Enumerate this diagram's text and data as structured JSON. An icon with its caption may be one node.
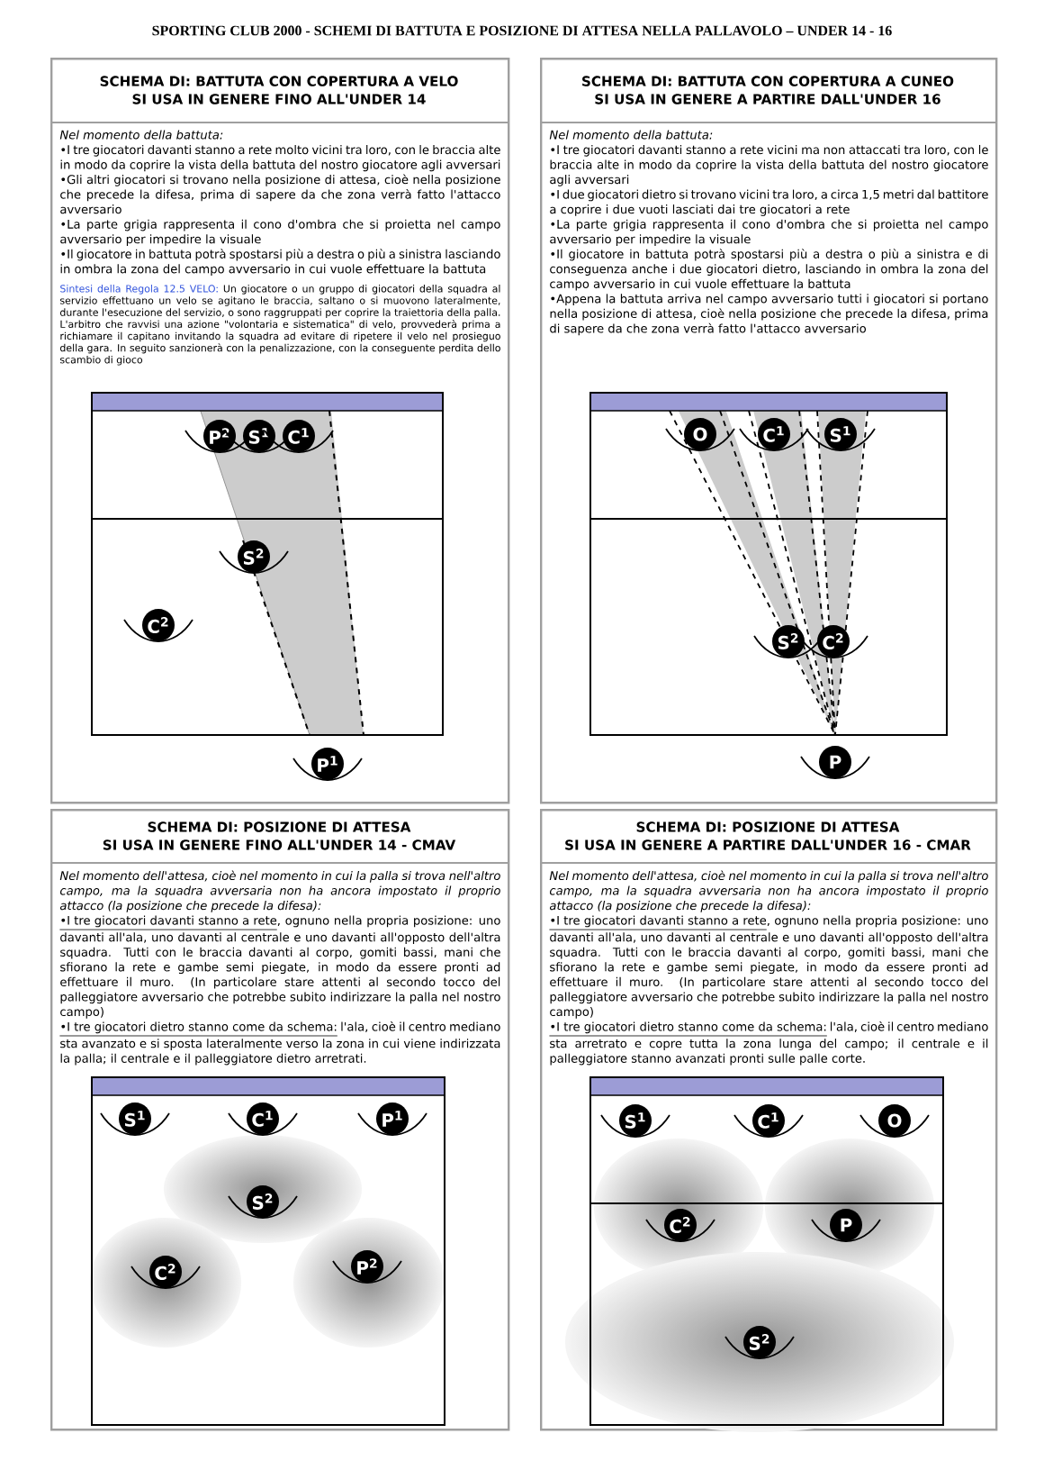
{
  "diagram": {
    "title": "SPORTING CLUB 2000 - SCHEMI DI BATTUTA E POSIZIONE DI ATTESA NELLA PALLAVOLO – UNDER 14 - 16",
    "nodes": [
      {
        "text": [
          "SCHEMA DI: BATTUTA CON COPERTURA A VELO",
          "SI USA IN GENERE FINO ALL'UNDER 14",
          "Nel momento della battuta:",
          "•I tre giocatori davanti stanno a rete molto vicini tra loro, con le braccia alte in modo da coprire la vista della battuta del nostro giocatore agli avversari",
          "•Gli altri giocatori si trovano nella posizione di attesa, cioè nella posizione che precede la difesa, prima di sapere da che zona verrà fatto l'attacco avversario",
          "•La parte grigia rappresenta il cono d'ombra che si proietta nel campo avversario per impedire la visuale",
          "•Il giocatore in battuta potrà spostarsi più a destra o più a sinistra lasciando in ombra la zona del campo avversario in cui vuole effettuare la battuta",
          "Sintesi della Regola 12.5 VELO:",
          "Un giocatore o un gruppo di giocatori della squadra al servizio effettuano un velo se agitano le braccia, saltano o si muovono lateralmente, durante l'esecuzione del servizio, o sono raggruppati per coprire la traiettoria della palla. L'arbitro che ravvisi una azione \"volontaria e sistematica\" di velo, provvederà prima a richiamare il capitano invitando la squadra ad evitare di ripetere il velo nel prosieguo della gara. In seguito sanzionerà con la penalizzazione, con la conseguente perdita dello scambio di gioco"
        ]
      },
      {
        "text": [
          "P$^{2}$"
        ],
        "in": 0
      },
      {
        "text": [
          "S$^{1}$"
        ],
        "in": 0
      },
      {
        "text": [
          "C$^{1}$"
        ],
        "in": 0
      },
      {
        "text": [
          "S$^{2}$"
        ],
        "in": 0
      },
      {
        "text": [
          "C$^{2}$"
        ],
        "in": 0
      },
      {
        "text": [
          "P$^{1}$"
        ],
        "in": 0
      },
      {
        "text": [
          "SCHEMA DI: BATTUTA CON COPERTURA A CUNEO",
          "SI USA IN GENERE A PARTIRE DALL'UNDER 16",
          "Nel momento della battuta:",
          "•I tre giocatori davanti stanno a rete vicini ma non attaccati tra loro, con le braccia alte in modo da coprire la vista della battuta del nostro giocatore agli avversari",
          "•I due giocatori dietro si trovano vicini tra loro, a circa 1,5 metri dal battitore a coprire i due vuoti lasciati dai tre giocatori a rete",
          "•La parte grigia rappresenta il cono d'ombra che si proietta nel campo avversario per impedire la visuale",
          "•Il giocatore in battuta potrà spostarsi più a destra o più a sinistra e di conseguenza anche i due giocatori dietro, lasciando in ombra la zona del campo avversario in cui vuole effettuare la battuta",
          "•Appena la battuta arriva nel campo avversario tutti i giocatori si portano nella posizione di attesa, cioè nella posizione che precede la difesa, prima di sapere da che zona verrà fatto l'attacco avversario"
        ]
      },
      {
        "text": [
          "O"
        ],
        "in": 7
      },
      {
        "text": [
          "C$^{1}$"
        ],
        "in": 7
      },
      {
        "text": [
          "S$^{1}$"
        ],
        "in": 7
      },
      {
        "text": [
          "S$^{2}$"
        ],
        "in": 7
      },
      {
        "text": [
          "C$^{2}$"
        ],
        "in": 7
      },
      {
        "text": [
          "P"
        ],
        "in": 7
      },
      {
        "text": [
          "SCHEMA DI: POSIZIONE DI ATTESA",
          "SI USA IN GENERE FINO ALL'UNDER 14 - CMAV",
          "Nel momento dell'attesa, cioè nel momento in cui la palla si trova nell'altro campo, ma la squadra avversaria non ha ancora impostato il proprio attacco (la posizione che precede la difesa):",
          "•I tre giocatori davanti stanno a rete",
          ", ognuno nella propria posizione: uno davanti all'ala, uno davanti al centrale e uno davanti all'opposto dell'altra squadra. Tutti con le braccia davanti al corpo, gomiti bassi, mani che sfiorano la rete e gambe semi piegate, in modo da essere pronti ad effettuare il muro. (In particolare stare attenti al secondo tocco del palleggiatore avversario che potrebbe subito indirizzare la palla nel nostro campo)",
          "•I tre giocatori dietro stanno come da schema:",
          "l'ala, cioè il centro mediano sta avanzato e si sposta lateralmente verso la zona in cui viene indirizzata la palla; il centrale e il palleggiatore dietro arretrati."
        ]
      },
      {
        "text": [
          "S$^{1}$"
        ],
        "in": 14
      },
      {
        "text": [
          "C$^{1}$"
        ],
        "in": 14
      },
      {
        "text": [
          "P$^{1}$"
        ],
        "in": 14
      },
      {
        "text": [
          "S$^{2}$"
        ],
        "in": 14
      },
      {
        "text": [
          "C$^{2}$"
        ],
        "in": 14
      },
      {
        "text": [
          "P$^{2}$"
        ],
        "in": 14
      },
      {
        "text": [
          "SCHEMA DI: POSIZIONE DI ATTESA",
          "SI USA IN GENERE A PARTIRE DALL'UNDER 16 - CMAR",
          "Nel momento dell'attesa, cioè nel momento in cui la palla si trova nell'altro campo, ma la squadra avversaria non ha ancora impostato il proprio attacco (la posizione che precede la difesa):",
          "•I tre giocatori davanti stanno a rete",
          ", ognuno nella propria posizione: uno davanti all'ala, uno davanti al centrale e uno davanti all'opposto dell'altra squadra. Tutti con le braccia davanti al corpo, gomiti bassi, mani che sfiorano la rete e gambe semi piegate, in modo da essere pronti ad effettuare il muro. (In particolare stare attenti al secondo tocco del palleggiatore avversario che potrebbe subito indirizzare la palla nel nostro campo)",
          "•I tre giocatori dietro stanno come da schema:",
          "l'ala, cioè il centro mediano sta arretrato e copre tutta la zona lunga del campo; il centrale e il palleggiatore stanno avanzati pronti sulle palle corte."
        ]
      },
      {
        "text": [
          "S$^{1}$"
        ],
        "in": 21
      },
      {
        "text": [
          "C$^{1}$"
        ],
        "in": 21
      },
      {
        "text": [
          "O"
        ],
        "in": 21
      },
      {
        "text": [
          "C$^{2}$"
        ],
        "in": 21
      },
      {
        "text": [
          "P"
        ],
        "in": 21
      },
      {
        "text": [
          "S$^{2}$"
        ],
        "in": 21
      }
    ]
  }
}
